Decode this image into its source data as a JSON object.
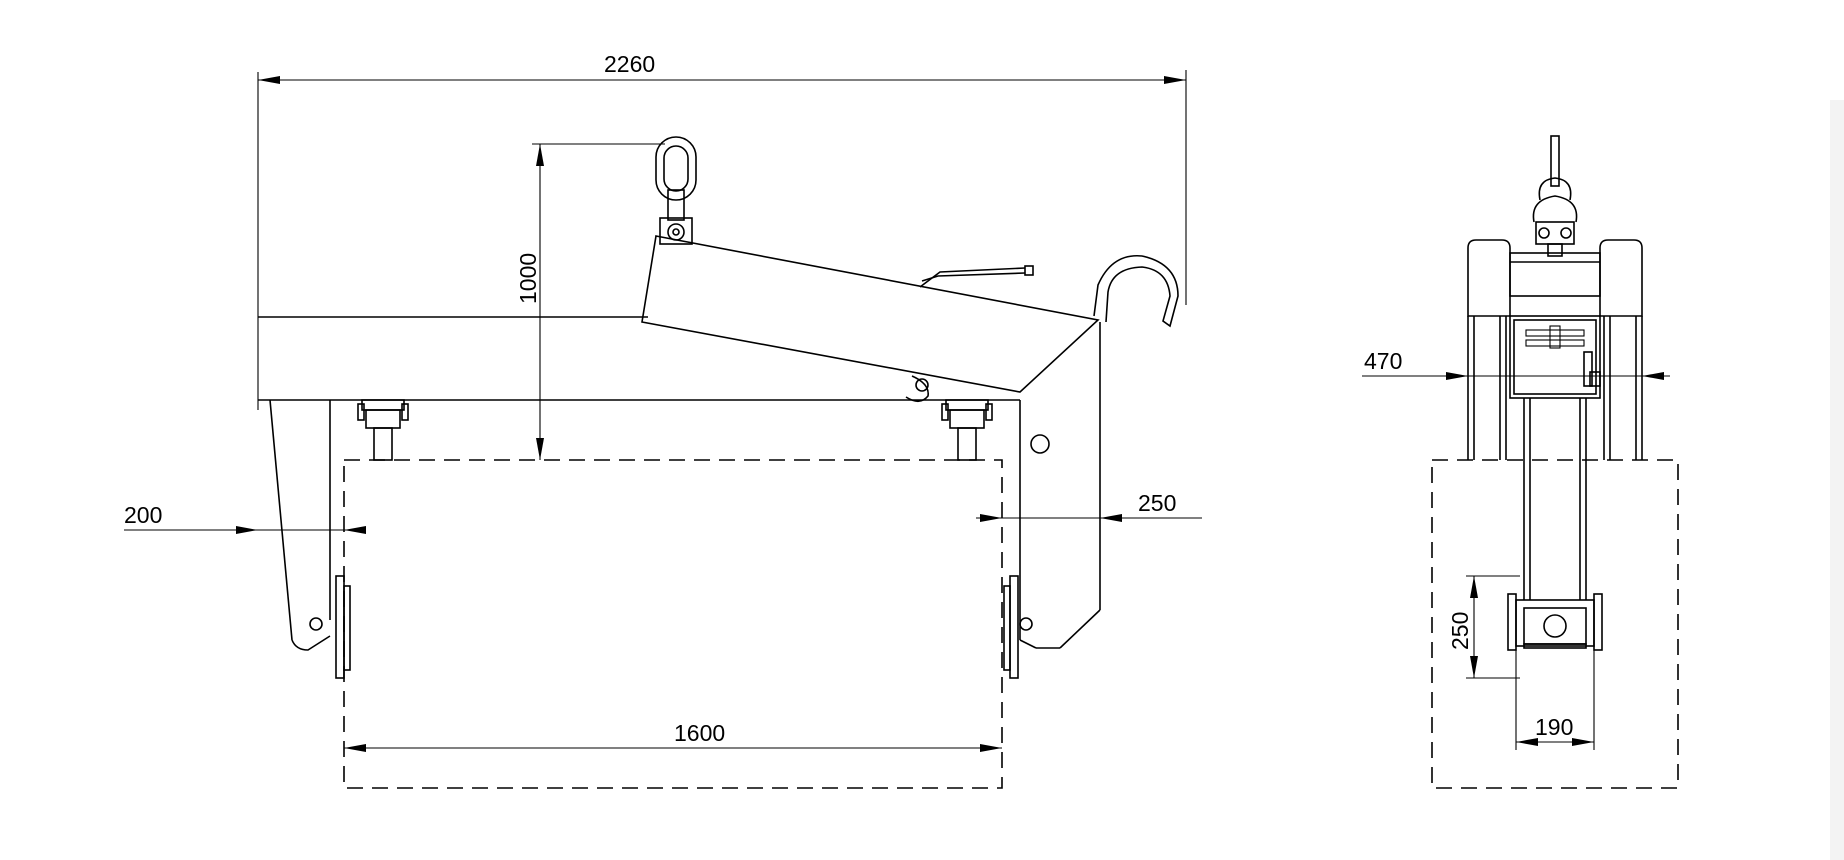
{
  "side_view": {
    "dim_width_total": "2260",
    "dim_height": "1000",
    "dim_left_gap": "200",
    "dim_right_gap": "250",
    "dim_load_length": "1600"
  },
  "front_view": {
    "dim_width": "470",
    "dim_foot_height": "250",
    "dim_foot_width": "190"
  }
}
